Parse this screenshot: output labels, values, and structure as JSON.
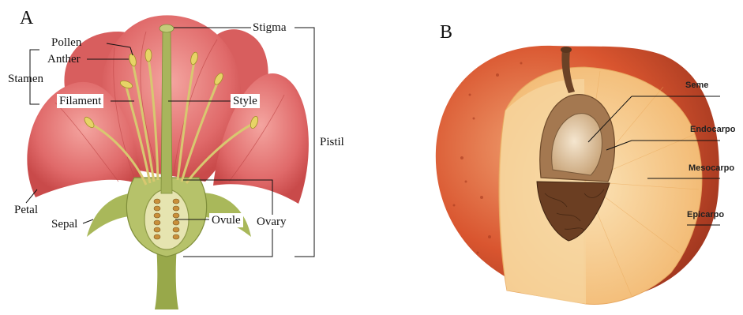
{
  "panel_a": {
    "letter": "A",
    "labels": {
      "pollen": "Pollen",
      "anther": "Anther",
      "stamen": "Stamen",
      "filament": "Filament",
      "stigma": "Stigma",
      "style": "Style",
      "pistil": "Pistil",
      "petal": "Petal",
      "sepal": "Sepal",
      "ovule": "Ovule",
      "ovary": "Ovary"
    }
  },
  "panel_b": {
    "letter": "B",
    "labels": {
      "seme": "Seme",
      "endocarpo": "Endocarpo",
      "mesocarpo": "Mesocarpo",
      "epicarpo": "Epicarpo"
    }
  },
  "colors": {
    "petal": "#e06a6a",
    "sepal": "#a9b85a",
    "stalk": "#98a84a",
    "fruit_skin": "#d9552f",
    "fruit_flesh": "#f5c98a",
    "pit": "#7a4a2a"
  }
}
